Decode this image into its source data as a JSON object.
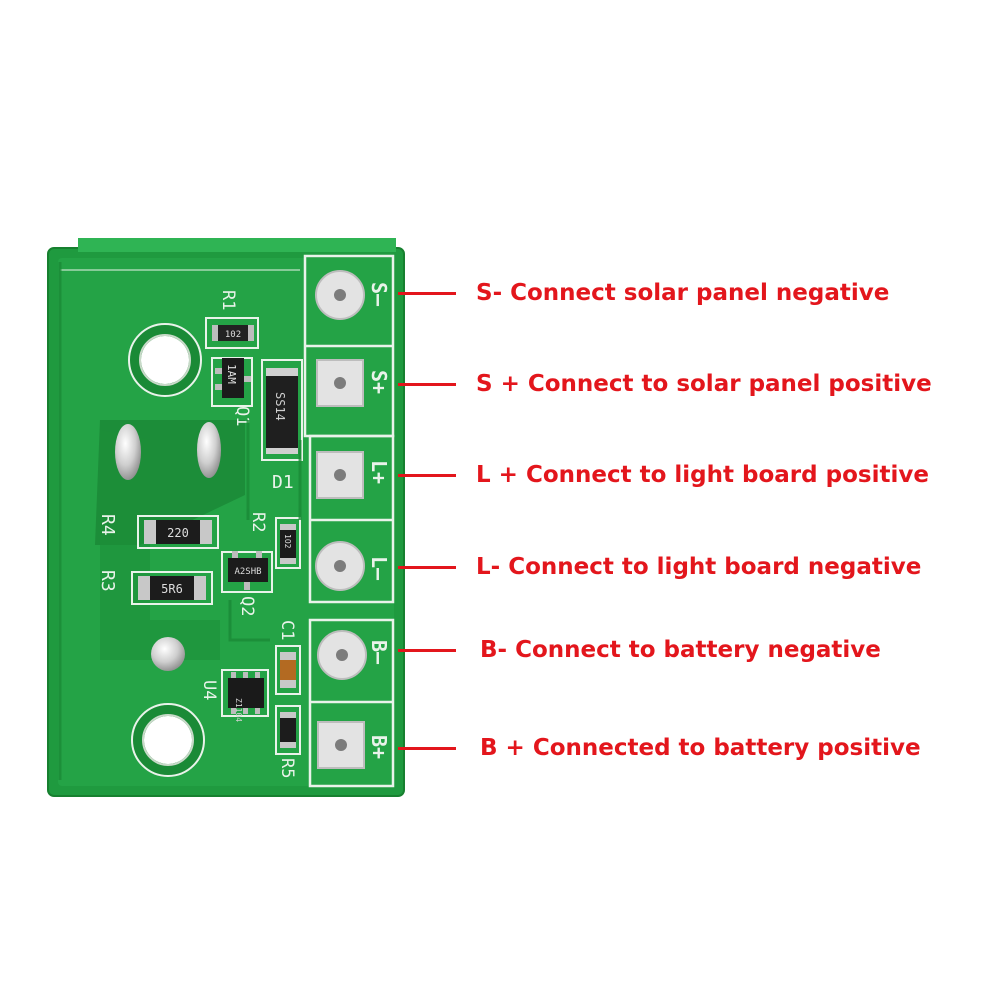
{
  "colors": {
    "board": "#1f9a3f",
    "board_light": "#2bb14f",
    "silk": "#e9f3ea",
    "callout": "#e3161c",
    "pad": "#d9d9d9"
  },
  "board": {
    "components": {
      "r1": {
        "ref": "R1",
        "marking": "102"
      },
      "q1": {
        "ref": "Q1",
        "marking": "1AM"
      },
      "d1": {
        "ref": "D1",
        "marking": "SS14"
      },
      "r4": {
        "ref": "R4",
        "marking": "220"
      },
      "r3": {
        "ref": "R3",
        "marking": "5R6"
      },
      "r2": {
        "ref": "R2",
        "marking": "1O2"
      },
      "q2": {
        "ref": "Q2",
        "marking": "A2SHB"
      },
      "c1": {
        "ref": "C1"
      },
      "u4": {
        "ref": "U4",
        "marking": "Z1104"
      },
      "r5": {
        "ref": "R5"
      }
    },
    "terminals": [
      {
        "id": "s-minus",
        "label": "S–"
      },
      {
        "id": "s-plus",
        "label": "S+"
      },
      {
        "id": "l-plus",
        "label": "L+"
      },
      {
        "id": "l-minus",
        "label": "L–"
      },
      {
        "id": "b-minus",
        "label": "B–"
      },
      {
        "id": "b-plus",
        "label": "B+"
      }
    ]
  },
  "callouts": [
    {
      "text": "S- Connect solar panel negative"
    },
    {
      "text": "S + Connect to solar panel positive"
    },
    {
      "text": "L + Connect to light board positive"
    },
    {
      "text": "L- Connect to light board negative"
    },
    {
      "text": "B- Connect to battery negative"
    },
    {
      "text": "B + Connected to battery positive"
    }
  ]
}
